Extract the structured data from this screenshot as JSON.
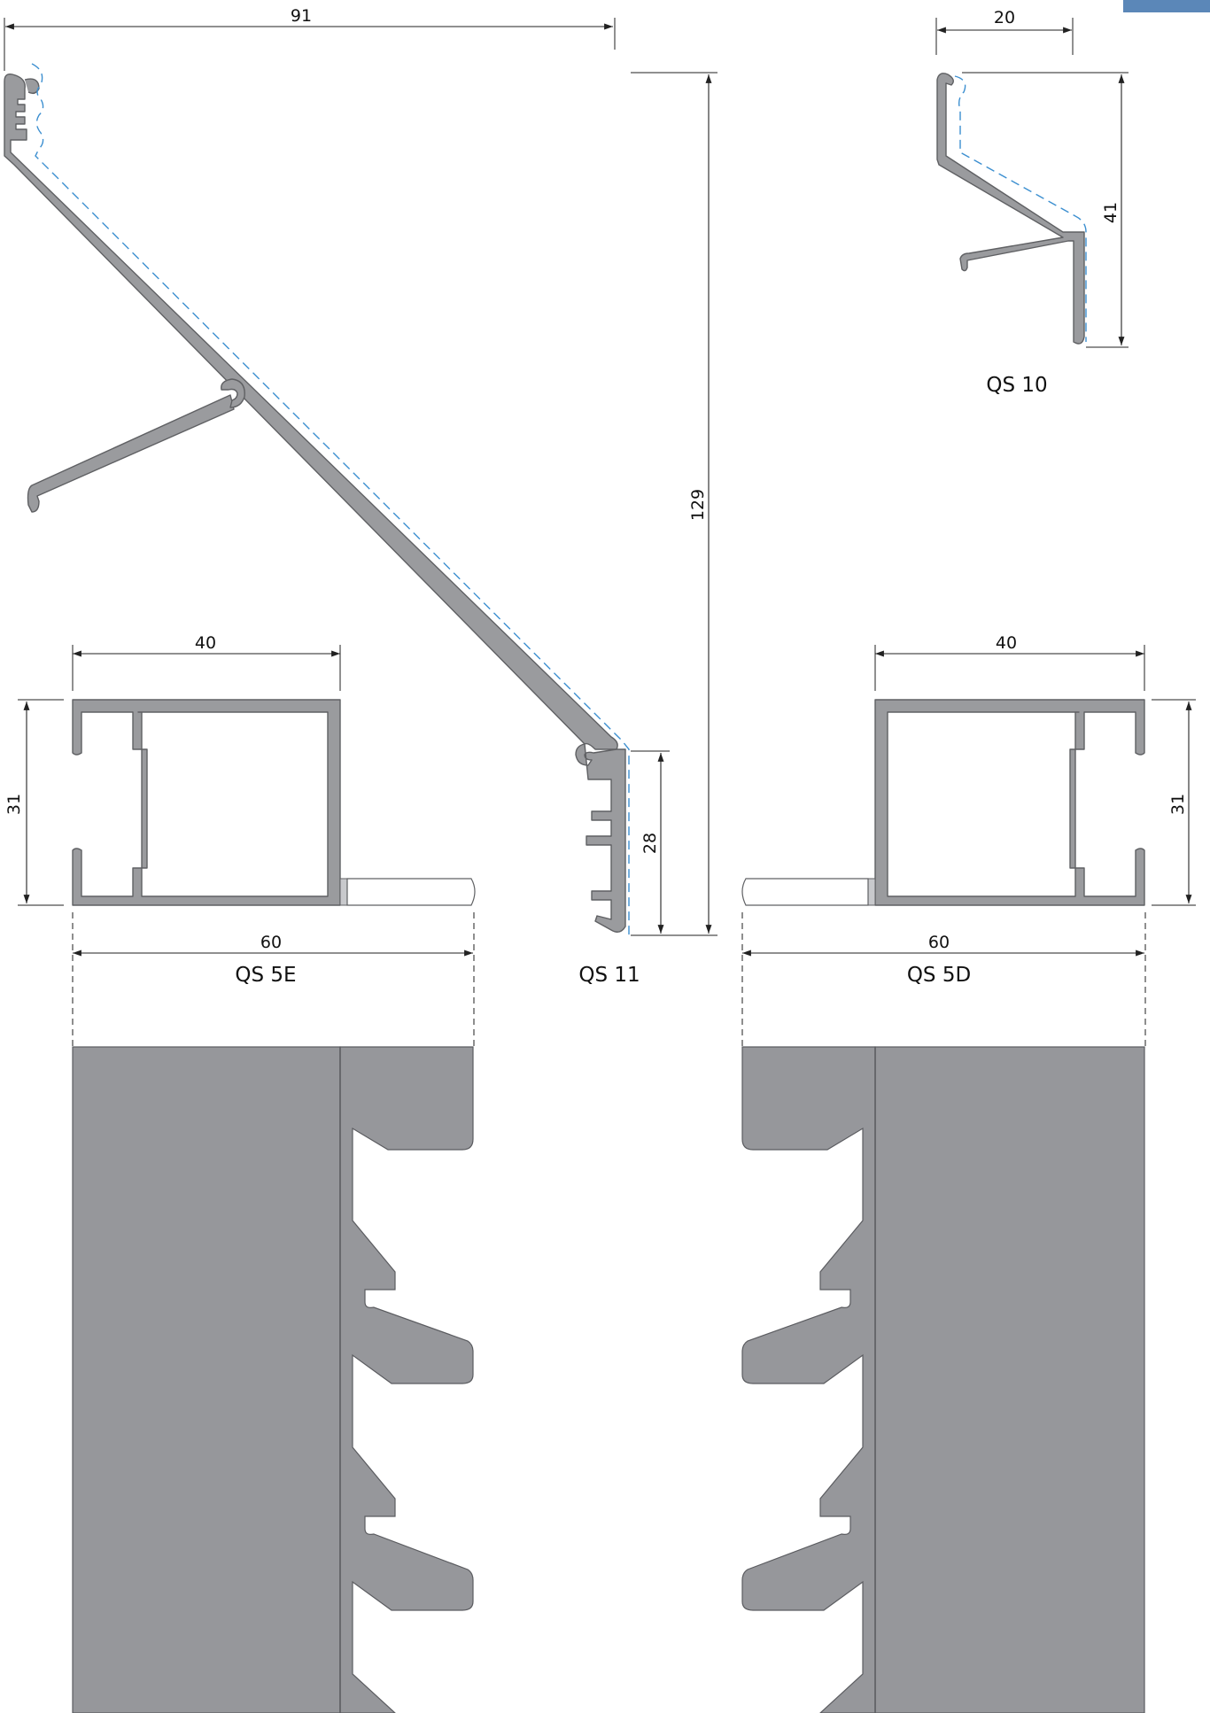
{
  "header": {
    "accent_color": "#5b87b8"
  },
  "profiles": {
    "qs11": {
      "label": "QS 11",
      "dim_width": "91",
      "dim_height": "129",
      "dim_lower": "28"
    },
    "qs10": {
      "label": "QS 10",
      "dim_width": "20",
      "dim_height": "41"
    },
    "qs5e": {
      "label": "QS 5E",
      "dim_width": "40",
      "dim_height": "31",
      "dim_total": "60"
    },
    "qs5d": {
      "label": "QS 5D",
      "dim_width": "40",
      "dim_height": "31",
      "dim_total": "60"
    }
  },
  "colors": {
    "profile": "#9a9b9e",
    "seal_line": "#3c8fd0"
  }
}
